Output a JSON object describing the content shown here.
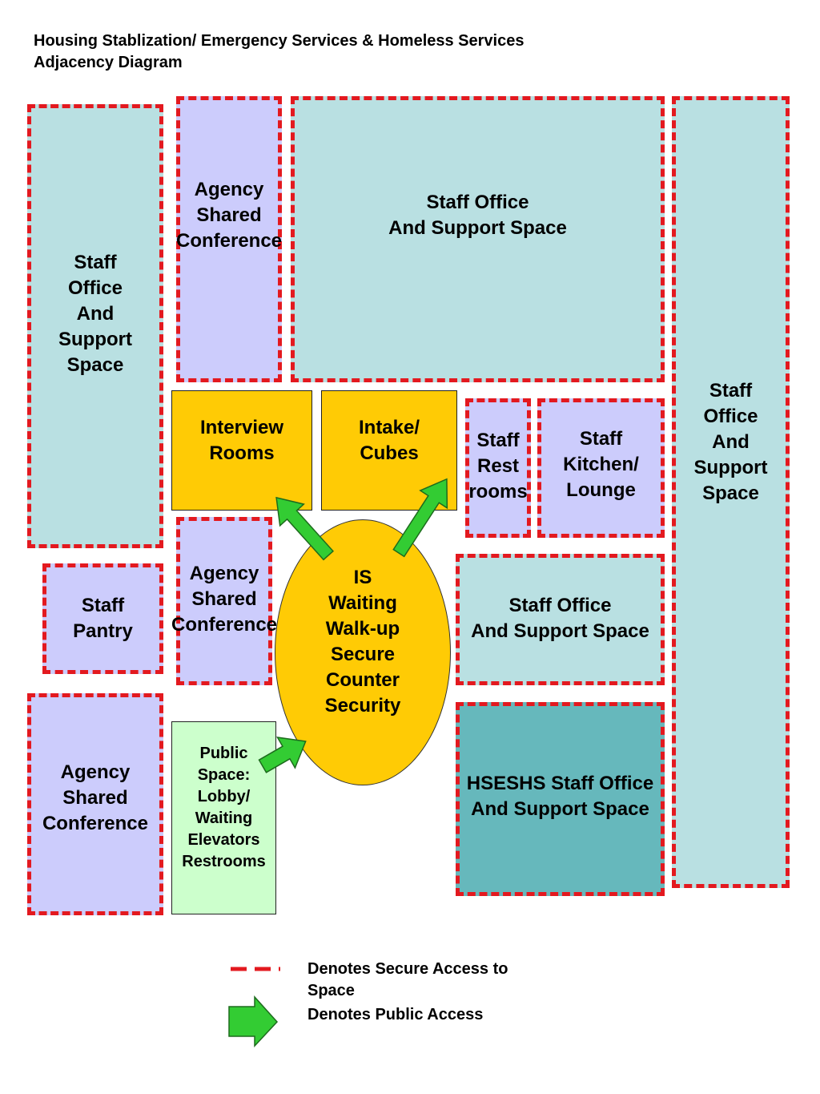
{
  "title": {
    "line1": "Housing Stablization/ Emergency Services & Homeless Services",
    "line2": "Adjacency Diagram"
  },
  "rooms": {
    "staff_office_left": "Staff\nOffice\nAnd\nSupport\nSpace",
    "agency_conf_top": "Agency\nShared\nConference",
    "staff_office_top": "Staff Office\nAnd Support Space",
    "staff_office_right": "Staff\nOffice\nAnd\nSupport\nSpace",
    "interview_rooms": "Interview\nRooms",
    "intake_cubes": "Intake/\nCubes",
    "staff_restrooms": "Staff\nRest\nrooms",
    "staff_kitchen": "Staff Kitchen/\nLounge",
    "agency_conf_mid": "Agency\nShared\nConference",
    "staff_pantry": "Staff\nPantry",
    "staff_office_mid": "Staff Office\nAnd Support Space",
    "agency_conf_bottom": "Agency\nShared\nConference",
    "public_space": "Public\nSpace:\nLobby/\nWaiting\nElevators\nRestrooms",
    "hseshs_office": "HSESHS Staff Office\nAnd Support Space",
    "is_waiting": "IS\nWaiting\nWalk-up\nSecure\nCounter\nSecurity"
  },
  "legend": {
    "secure": "Denotes Secure Access to Space",
    "public": "Denotes Public Access"
  },
  "colors": {
    "secure_border": "#e3191f",
    "arrow": "#33cc33",
    "staff_space": "#b9e0e2",
    "shared_space": "#ccccfc",
    "public_facing": "#ffcb05",
    "hseshs": "#66b8bc",
    "public_space": "#ccffcc"
  }
}
